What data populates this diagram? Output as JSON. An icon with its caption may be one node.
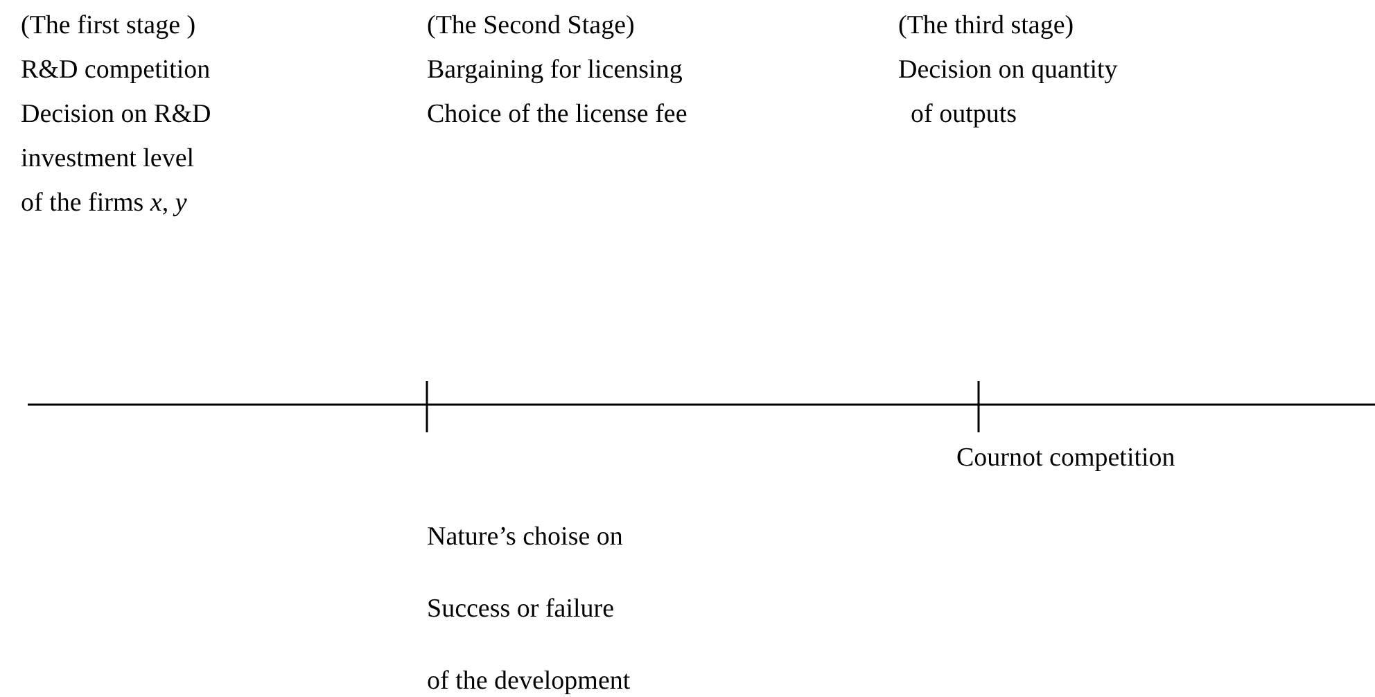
{
  "diagram": {
    "labels": [
      "(The first stage )",
      "(The Second Stage)",
      "(The third stage)",
      "R&D competition",
      "Bargaining for licensing",
      "Decision on quantity",
      "Decision on R&D",
      "Choice of the license fee",
      "of outputs",
      "investment level",
      "of the firms *x*, *y*",
      "Cournot competition",
      "Nature’s choise on",
      "Success or failure",
      "of the development"
    ]
  }
}
